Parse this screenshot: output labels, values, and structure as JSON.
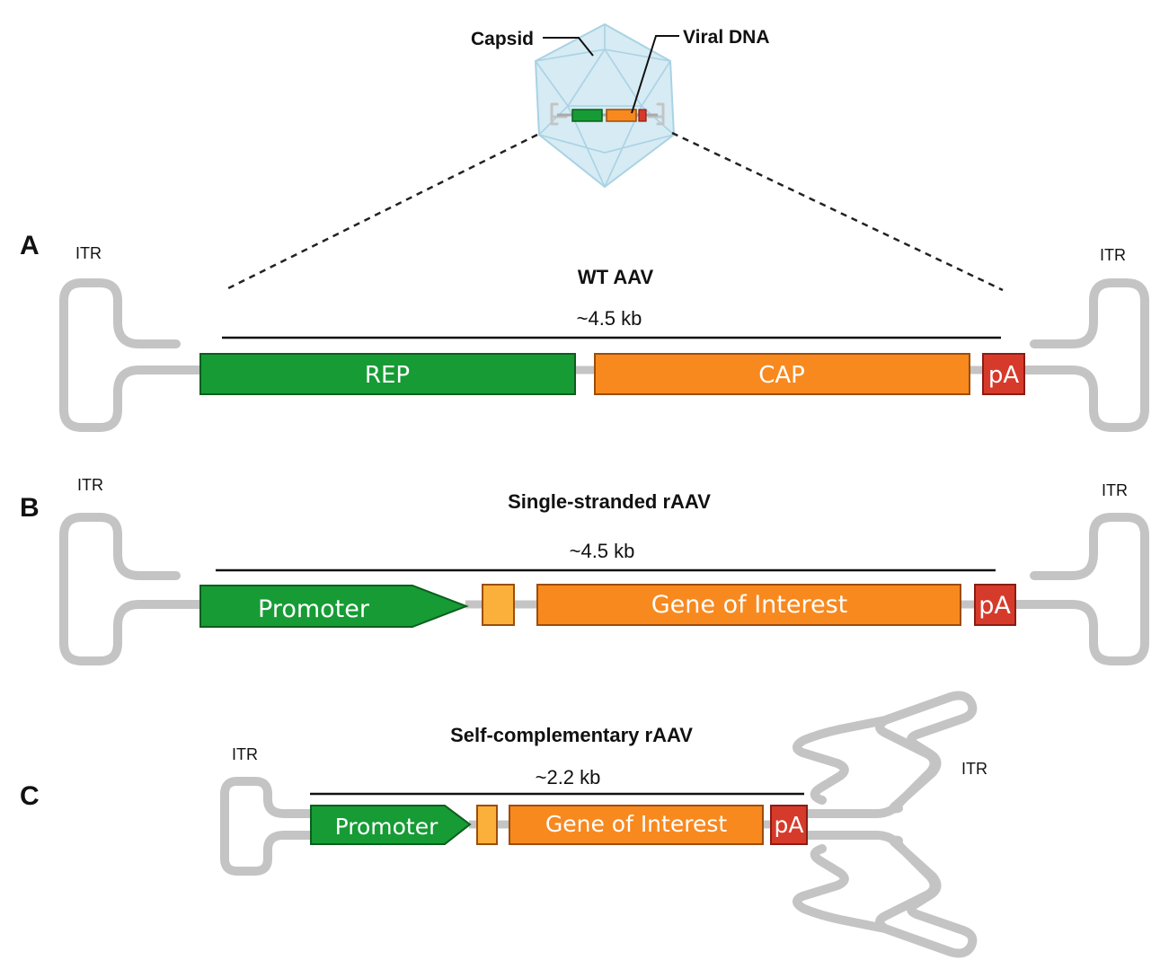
{
  "capsid": {
    "capsid_label": "Capsid",
    "viral_dna_label": "Viral DNA",
    "colors": {
      "fill": "#cfe7f1",
      "edge": "#9ccbe0"
    }
  },
  "colors": {
    "green": "#179b35",
    "green_edge": "#0b5e1d",
    "orange": "#f7891f",
    "orange_edge": "#9c4d0a",
    "light_orange": "#fbb03b",
    "red": "#d63a2b",
    "red_edge": "#8a1d14",
    "itr_gray": "#c4c4c4"
  },
  "panels": [
    {
      "letter": "A",
      "title": "WT AAV",
      "size": "~4.5 kb",
      "itr_left": "ITR",
      "itr_right": "ITR",
      "elements": {
        "rep": "REP",
        "cap": "CAP",
        "pa": "pA"
      }
    },
    {
      "letter": "B",
      "title": "Single-stranded rAAV",
      "size": "~4.5 kb",
      "itr_left": "ITR",
      "itr_right": "ITR",
      "elements": {
        "promoter": "Promoter",
        "goi": "Gene of Interest",
        "pa": "pA"
      }
    },
    {
      "letter": "C",
      "title": "Self-complementary rAAV",
      "size": "~2.2 kb",
      "itr_left": "ITR",
      "itr_right": "ITR",
      "elements": {
        "promoter": "Promoter",
        "goi": "Gene of Interest",
        "pa": "pA"
      }
    }
  ]
}
